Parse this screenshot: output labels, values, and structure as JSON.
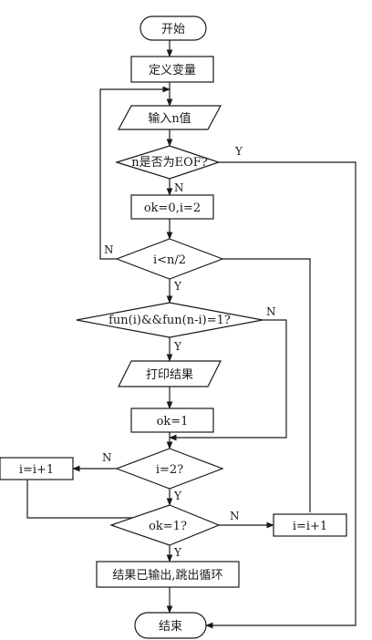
{
  "nodes": {
    "start": "开始",
    "define_vars": "定义变量",
    "input_n": "输入n值",
    "check_eof": "n是否为EOF?",
    "init": "ok=0,i=2",
    "loop_cond": "i<n/2",
    "check_fun": "fun(i)&&fun(n-i)=1?",
    "print_result": "打印结果",
    "set_ok": "ok=1",
    "check_i2": "i=2?",
    "inc_left": "i=i+1",
    "check_ok": "ok=1?",
    "inc_right": "i=i+1",
    "output_break": "结果已输出,跳出循环",
    "end": "结束"
  },
  "edge_labels": {
    "eof_yes": "Y",
    "eof_no": "N",
    "loop_no": "N",
    "loop_yes": "Y",
    "fun_no": "N",
    "fun_yes": "Y",
    "i2_no": "N",
    "i2_yes": "Y",
    "ok_no": "N",
    "ok_yes": "Y"
  }
}
